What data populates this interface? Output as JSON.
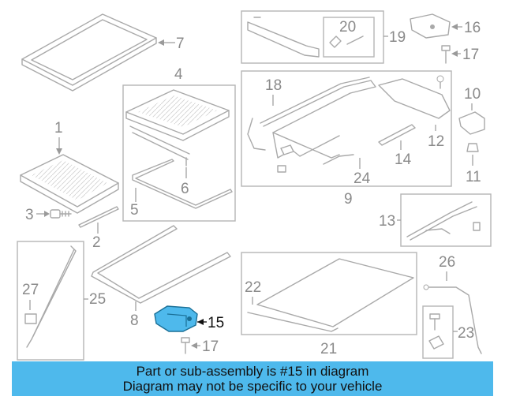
{
  "callouts": {
    "c1": "1",
    "c2": "2",
    "c3": "3",
    "c4": "4",
    "c5": "5",
    "c6": "6",
    "c7": "7",
    "c8": "8",
    "c9": "9",
    "c10": "10",
    "c11": "11",
    "c12": "12",
    "c13": "13",
    "c14": "14",
    "c15": "15",
    "c16": "16",
    "c17a": "17",
    "c17b": "17",
    "c18": "18",
    "c19": "19",
    "c20": "20",
    "c21": "21",
    "c22": "22",
    "c23": "23",
    "c24": "24",
    "c25": "25",
    "c26": "26",
    "c27": "27"
  },
  "highlight": {
    "part": "15",
    "color": "#4eb9ec"
  },
  "banner": {
    "line1": "Part or sub-assembly is #15 in diagram",
    "line2": "Diagram may not be specific to your vehicle",
    "background": "#4eb9ec"
  }
}
